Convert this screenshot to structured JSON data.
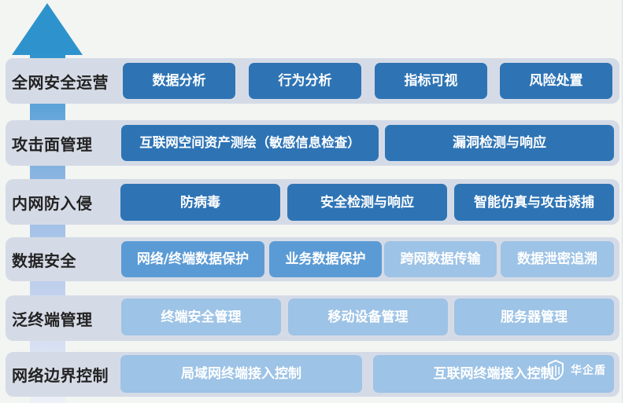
{
  "diagram": {
    "title": "",
    "direction": "bottom-to-top",
    "colors": {
      "background": "#f3f5f3",
      "row_band": "#d5dbe6",
      "box_dark": "#2e74b5",
      "box_mid": "#5b9bd5",
      "box_light": "#9dc3e6",
      "arrow": "#2e93cc",
      "label_text": "#222222",
      "box_text": "#ffffff"
    },
    "rows": [
      {
        "label": "全网安全运营",
        "items": [
          {
            "label": "数据分析",
            "shade": "dark"
          },
          {
            "label": "行为分析",
            "shade": "dark"
          },
          {
            "label": "指标可视",
            "shade": "dark"
          },
          {
            "label": "风险处置",
            "shade": "dark"
          }
        ]
      },
      {
        "label": "攻击面管理",
        "items": [
          {
            "label": "互联网空间资产测绘（敏感信息检查）",
            "shade": "dark"
          },
          {
            "label": "漏洞检测与响应",
            "shade": "dark"
          }
        ]
      },
      {
        "label": "内网防入侵",
        "items": [
          {
            "label": "防病毒",
            "shade": "dark"
          },
          {
            "label": "安全检测与响应",
            "shade": "dark"
          },
          {
            "label": "智能仿真与攻击诱捕",
            "shade": "dark"
          }
        ]
      },
      {
        "label": "数据安全",
        "items": [
          {
            "label": "网络/终端数据保护",
            "shade": "mid"
          },
          {
            "label": "业务数据保护",
            "shade": "mid"
          },
          {
            "label": "跨网数据传输",
            "shade": "light"
          },
          {
            "label": "数据泄密追溯",
            "shade": "light"
          }
        ]
      },
      {
        "label": "泛终端管理",
        "items": [
          {
            "label": "终端安全管理",
            "shade": "light"
          },
          {
            "label": "移动设备管理",
            "shade": "light"
          },
          {
            "label": "服务器管理",
            "shade": "light"
          }
        ]
      },
      {
        "label": "网络边界控制",
        "items": [
          {
            "label": "局域网终端接入控制",
            "shade": "light"
          },
          {
            "label": "互联网终端接入控制",
            "shade": "light"
          }
        ]
      }
    ],
    "watermark": {
      "icon": "shield-icon",
      "text": "华企盾"
    }
  }
}
